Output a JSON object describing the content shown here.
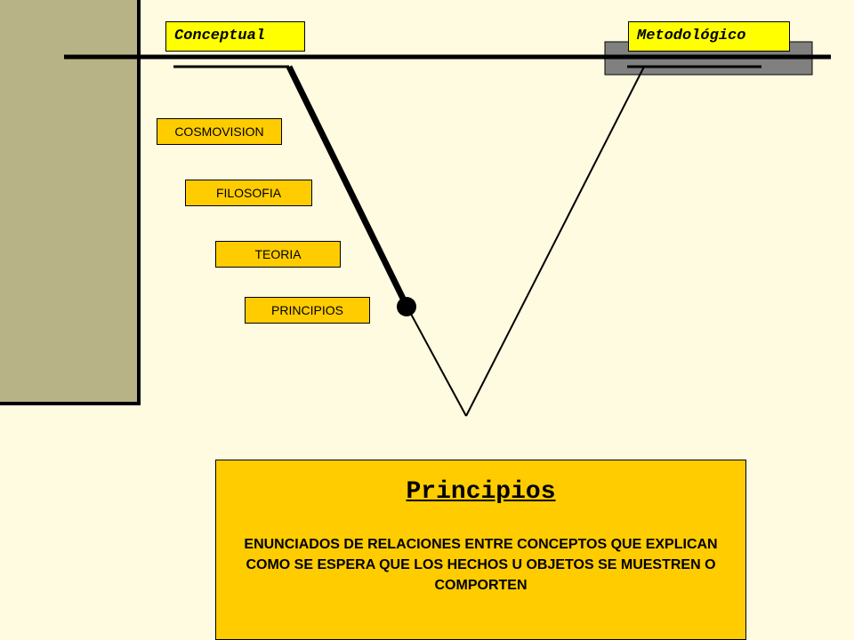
{
  "tags": {
    "conceptual": "Conceptual",
    "metodologico": "Metodológico"
  },
  "levels": [
    "COSMOVISION",
    "FILOSOFIA",
    "TEORIA",
    "PRINCIPIOS"
  ],
  "info": {
    "title": "Principios",
    "text": "ENUNCIADOS DE RELACIONES ENTRE CONCEPTOS QUE EXPLICAN COMO SE ESPERA QUE LOS HECHOS U OBJETOS SE MUESTREN O COMPORTEN"
  },
  "colors": {
    "background": "#fffbe0",
    "side_panel": "#b8b387",
    "tag_fill": "#ffff00",
    "level_fill": "#ffcc00",
    "info_fill": "#ffcc00",
    "grey_bar": "#808080"
  }
}
